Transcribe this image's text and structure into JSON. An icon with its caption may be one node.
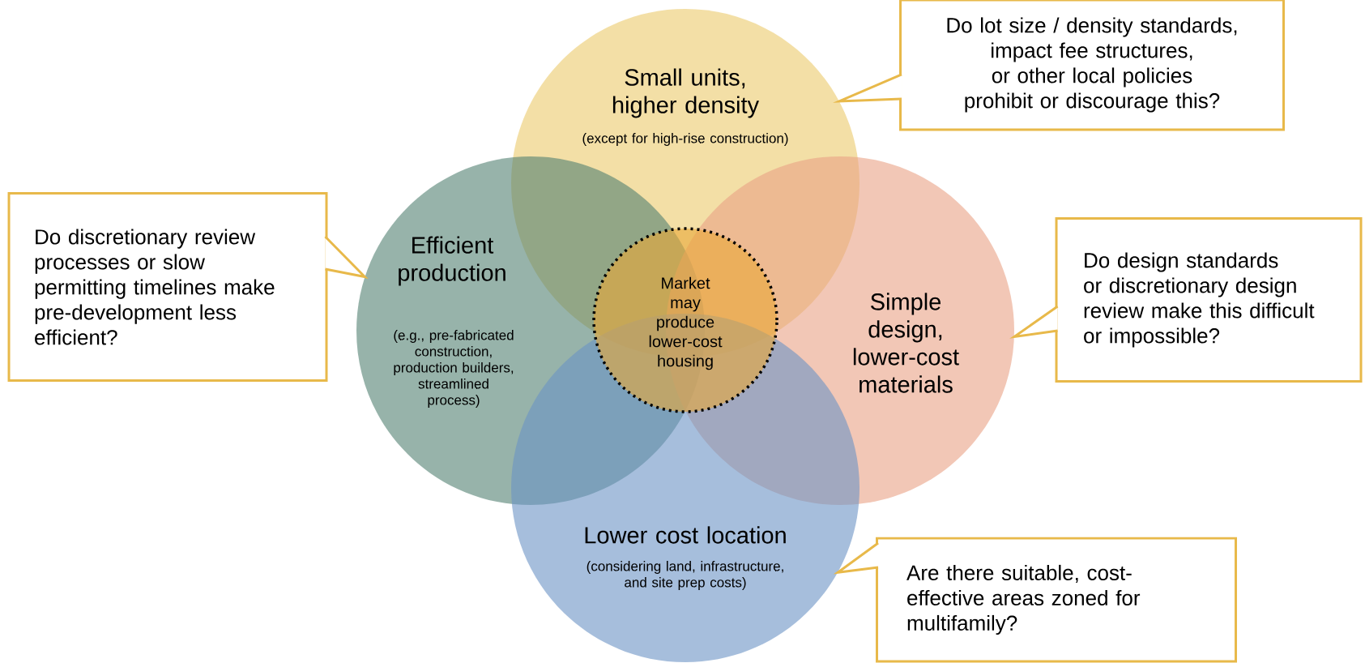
{
  "diagram": {
    "nodes": [
      {
        "text": [
          "Small units, higher density",
          "(except for high-rise construction)"
        ]
      },
      {
        "text": [
          "Do lot size / density standards, impact fee structures, or other local policies prohibit or discourage this?"
        ]
      },
      {
        "text": [
          "Do discretionary review processes or slow permitting timelines make pre-development less efficient?"
        ]
      },
      {
        "text": [
          "Efficient production",
          "(e.g., pre-fabricated construction, production builders, streamlined process)"
        ]
      },
      {
        "text": [
          "Market may produce lower-cost housing"
        ]
      },
      {
        "text": [
          "Do design standards or discretionary design review make this difficult or impossible?"
        ]
      },
      {
        "text": [
          "Simple design, lower-cost materials"
        ]
      },
      {
        "text": [
          "Lower cost location",
          "(considering land, infrastructure, and site prep costs)"
        ]
      },
      {
        "text": [
          "Are there suitable, cost-effective areas zoned for multifamily?"
        ]
      }
    ],
    "edges": [
      {
        "from": 1,
        "to": 0,
        "arrow": "to"
      },
      {
        "from": 2,
        "to": 3,
        "arrow": "to"
      },
      {
        "from": 5,
        "to": 6,
        "arrow": "to"
      },
      {
        "from": 8,
        "to": 7,
        "arrow": "to"
      }
    ]
  }
}
